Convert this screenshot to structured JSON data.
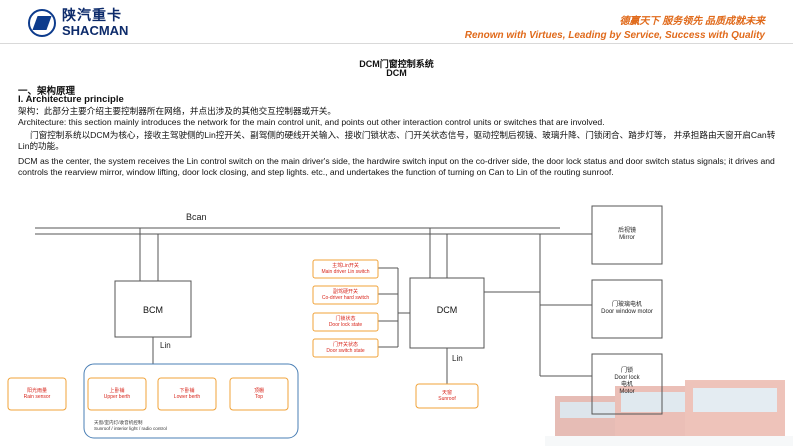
{
  "header": {
    "brand_cn": "陕汽重卡",
    "brand_en": "SHACMAN",
    "slogan_cn": "德赢天下 服务领先 品质成就未来",
    "slogan_en": "Renown with Virtues, Leading by Service, Success with Quality"
  },
  "doc": {
    "title_cn": "DCM门窗控制系统",
    "title_en": "DCM",
    "section_cn": "一、架构原理",
    "section_en": "I. Architecture principle",
    "para_cn1": "架构：此部分主要介绍主要控制器所在网络，并点出涉及的其他交互控制器或开关。",
    "para_en1": "Architecture: this section mainly introduces the network for the main control unit, and points out other interaction control units or switches that are involved.",
    "para_cn2": "门窗控制系统以DCM为核心，接收主驾驶侧的Lin控开关、副驾侧的硬线开关输入、接收门锁状态、门开关状态信号，驱动控制后视镜、玻璃升降、门锁闭合、踏步灯等，  并承担路由天窗开启Can转Lin的功能。",
    "para_en2": "DCM as the center, the system receives the Lin control switch on the main driver's side, the hardwire switch input on the co-driver side, the door lock status and door switch status signals; it drives and controls the rearview mirror, window lifting, door lock closing, and step lights. etc., and undertakes the function of turning on Can to Lin of the routing sunroof."
  },
  "diagram": {
    "bus_label": "Bcan",
    "bcm_label": "BCM",
    "dcm_label": "DCM",
    "lin_label_1": "Lin",
    "lin_label_2": "Lin",
    "inputs": [
      {
        "cn": "主驾Lin开关",
        "en": "Main driver Lin switch"
      },
      {
        "cn": "副驾硬开关",
        "en": "Co-driver hard switch"
      },
      {
        "cn": "门锁状态",
        "en": "Door lock state"
      },
      {
        "cn": "门开关状态",
        "en": "Door switch state"
      }
    ],
    "outputs": [
      {
        "cn": "后视镜",
        "en": "Mirror"
      },
      {
        "cn": "门玻璃电机",
        "en": "Door window motor"
      },
      {
        "cn": "门锁",
        "en": "Door lock",
        "cn2": "电机",
        "en2": "Motor"
      }
    ],
    "lin_nodes": [
      {
        "cn": "阳光雨量",
        "en": "Rain sensor"
      },
      {
        "cn": "上卧铺",
        "en": "Upper berth"
      },
      {
        "cn": "下卧铺",
        "en": "Lower berth"
      },
      {
        "cn": "顶棚",
        "en": "Top"
      }
    ],
    "sunroof": {
      "cn": "天窗",
      "en": "Sunroof"
    },
    "group_note_cn": "天窗/室内灯/收音机控制",
    "group_note_en": "Sunroof / interior light / radio control"
  },
  "colors": {
    "brand_blue": "#0d3b8c",
    "slogan_orange": "#e06a1b",
    "accent_red": "#d8261c",
    "switch_border": "#f0a33a",
    "group_border": "#4a7fb5"
  }
}
